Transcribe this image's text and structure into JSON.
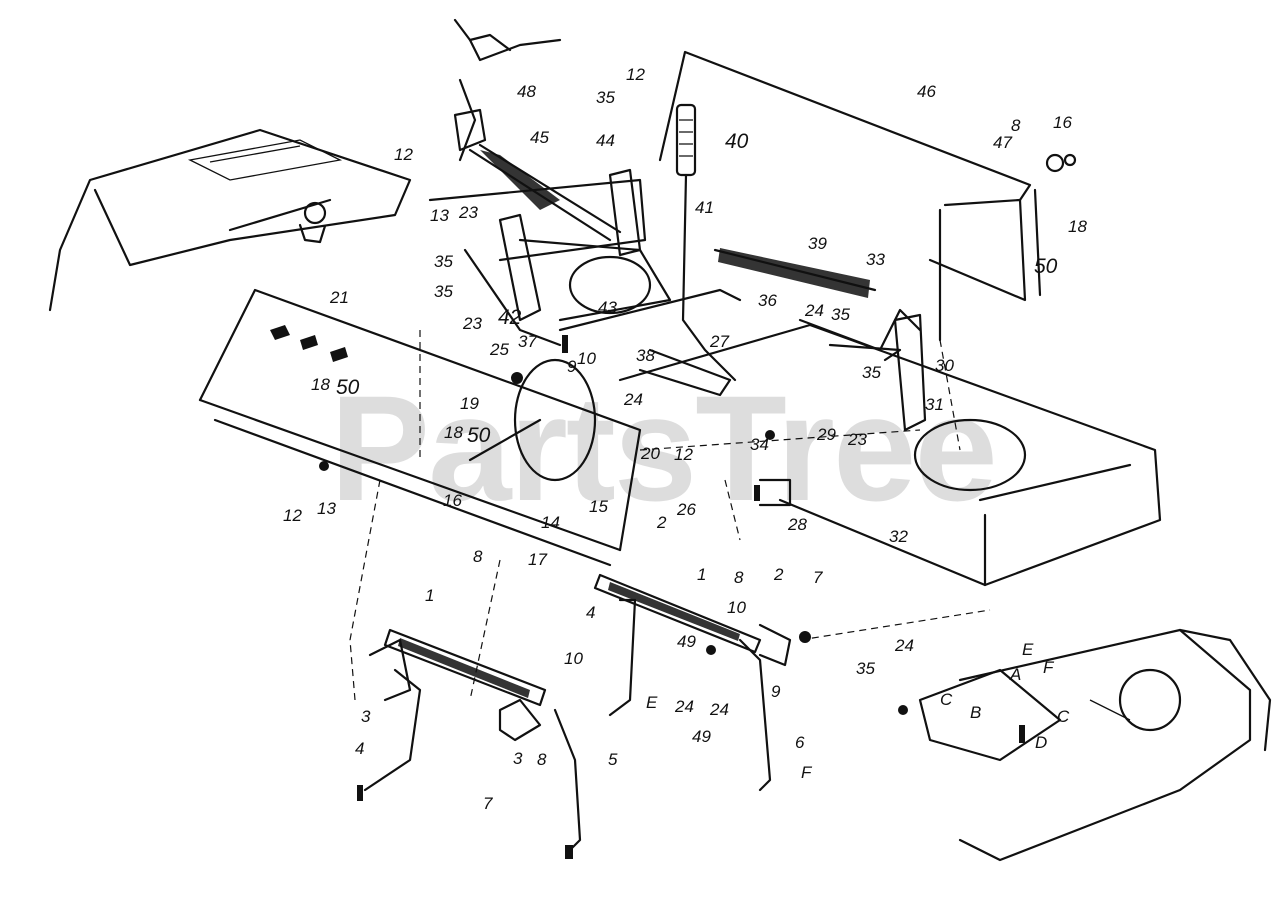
{
  "watermark": "PartsTree",
  "callouts": [
    {
      "id": "c12a",
      "text": "12"
    },
    {
      "id": "c35a",
      "text": "35"
    },
    {
      "id": "c48",
      "text": "48"
    },
    {
      "id": "c45",
      "text": "45"
    },
    {
      "id": "c44",
      "text": "44"
    },
    {
      "id": "c40",
      "text": "40"
    },
    {
      "id": "c46",
      "text": "46"
    },
    {
      "id": "c8a",
      "text": "8"
    },
    {
      "id": "c16a",
      "text": "16"
    },
    {
      "id": "c47",
      "text": "47"
    },
    {
      "id": "c18a",
      "text": "18"
    },
    {
      "id": "c50a",
      "text": "50"
    },
    {
      "id": "c12b",
      "text": "12"
    },
    {
      "id": "c41",
      "text": "41"
    },
    {
      "id": "c13a",
      "text": "13"
    },
    {
      "id": "c23a",
      "text": "23"
    },
    {
      "id": "c35b",
      "text": "35"
    },
    {
      "id": "c35c",
      "text": "35"
    },
    {
      "id": "c23b",
      "text": "23"
    },
    {
      "id": "c42",
      "text": "42"
    },
    {
      "id": "c37",
      "text": "37"
    },
    {
      "id": "c43",
      "text": "43"
    },
    {
      "id": "c39",
      "text": "39"
    },
    {
      "id": "c33",
      "text": "33"
    },
    {
      "id": "c21",
      "text": "21"
    },
    {
      "id": "c36",
      "text": "36"
    },
    {
      "id": "c24a",
      "text": "24"
    },
    {
      "id": "c35d",
      "text": "35"
    },
    {
      "id": "c10a",
      "text": "10"
    },
    {
      "id": "c38",
      "text": "38"
    },
    {
      "id": "c27",
      "text": "27"
    },
    {
      "id": "c25",
      "text": "25"
    },
    {
      "id": "c9a",
      "text": "9"
    },
    {
      "id": "c18b",
      "text": "18"
    },
    {
      "id": "c50b",
      "text": "50"
    },
    {
      "id": "c24b",
      "text": "24"
    },
    {
      "id": "c35e",
      "text": "35"
    },
    {
      "id": "c30",
      "text": "30"
    },
    {
      "id": "c19",
      "text": "19"
    },
    {
      "id": "c31",
      "text": "31"
    },
    {
      "id": "c18c",
      "text": "18"
    },
    {
      "id": "c50c",
      "text": "50"
    },
    {
      "id": "c20",
      "text": "20"
    },
    {
      "id": "c12c",
      "text": "12"
    },
    {
      "id": "c34",
      "text": "34"
    },
    {
      "id": "c29",
      "text": "29"
    },
    {
      "id": "c23c",
      "text": "23"
    },
    {
      "id": "c12d",
      "text": "12"
    },
    {
      "id": "c13b",
      "text": "13"
    },
    {
      "id": "c16b",
      "text": "16"
    },
    {
      "id": "c14",
      "text": "14"
    },
    {
      "id": "c15",
      "text": "15"
    },
    {
      "id": "c26",
      "text": "26"
    },
    {
      "id": "c28",
      "text": "28"
    },
    {
      "id": "c32",
      "text": "32"
    },
    {
      "id": "c8b",
      "text": "8"
    },
    {
      "id": "c17",
      "text": "17"
    },
    {
      "id": "c2a",
      "text": "2"
    },
    {
      "id": "c1a",
      "text": "1"
    },
    {
      "id": "c8c",
      "text": "8"
    },
    {
      "id": "c2b",
      "text": "2"
    },
    {
      "id": "c7a",
      "text": "7"
    },
    {
      "id": "c4a",
      "text": "4"
    },
    {
      "id": "c10b",
      "text": "10"
    },
    {
      "id": "c1b",
      "text": "1"
    },
    {
      "id": "c49a",
      "text": "49"
    },
    {
      "id": "c9b",
      "text": "9"
    },
    {
      "id": "c10c",
      "text": "10"
    },
    {
      "id": "c24c",
      "text": "24"
    },
    {
      "id": "c24d",
      "text": "24"
    },
    {
      "id": "c49b",
      "text": "49"
    },
    {
      "id": "c35f",
      "text": "35"
    },
    {
      "id": "c24e",
      "text": "24"
    },
    {
      "id": "c3a",
      "text": "3"
    },
    {
      "id": "c8d",
      "text": "8"
    },
    {
      "id": "c4b",
      "text": "4"
    },
    {
      "id": "c3b",
      "text": "3"
    },
    {
      "id": "c7b",
      "text": "7"
    },
    {
      "id": "c5",
      "text": "5"
    },
    {
      "id": "c6",
      "text": "6"
    }
  ],
  "connector_tags": {
    "E": "E",
    "F": "F",
    "A": "A",
    "B": "B",
    "C": "C",
    "D": "D"
  }
}
